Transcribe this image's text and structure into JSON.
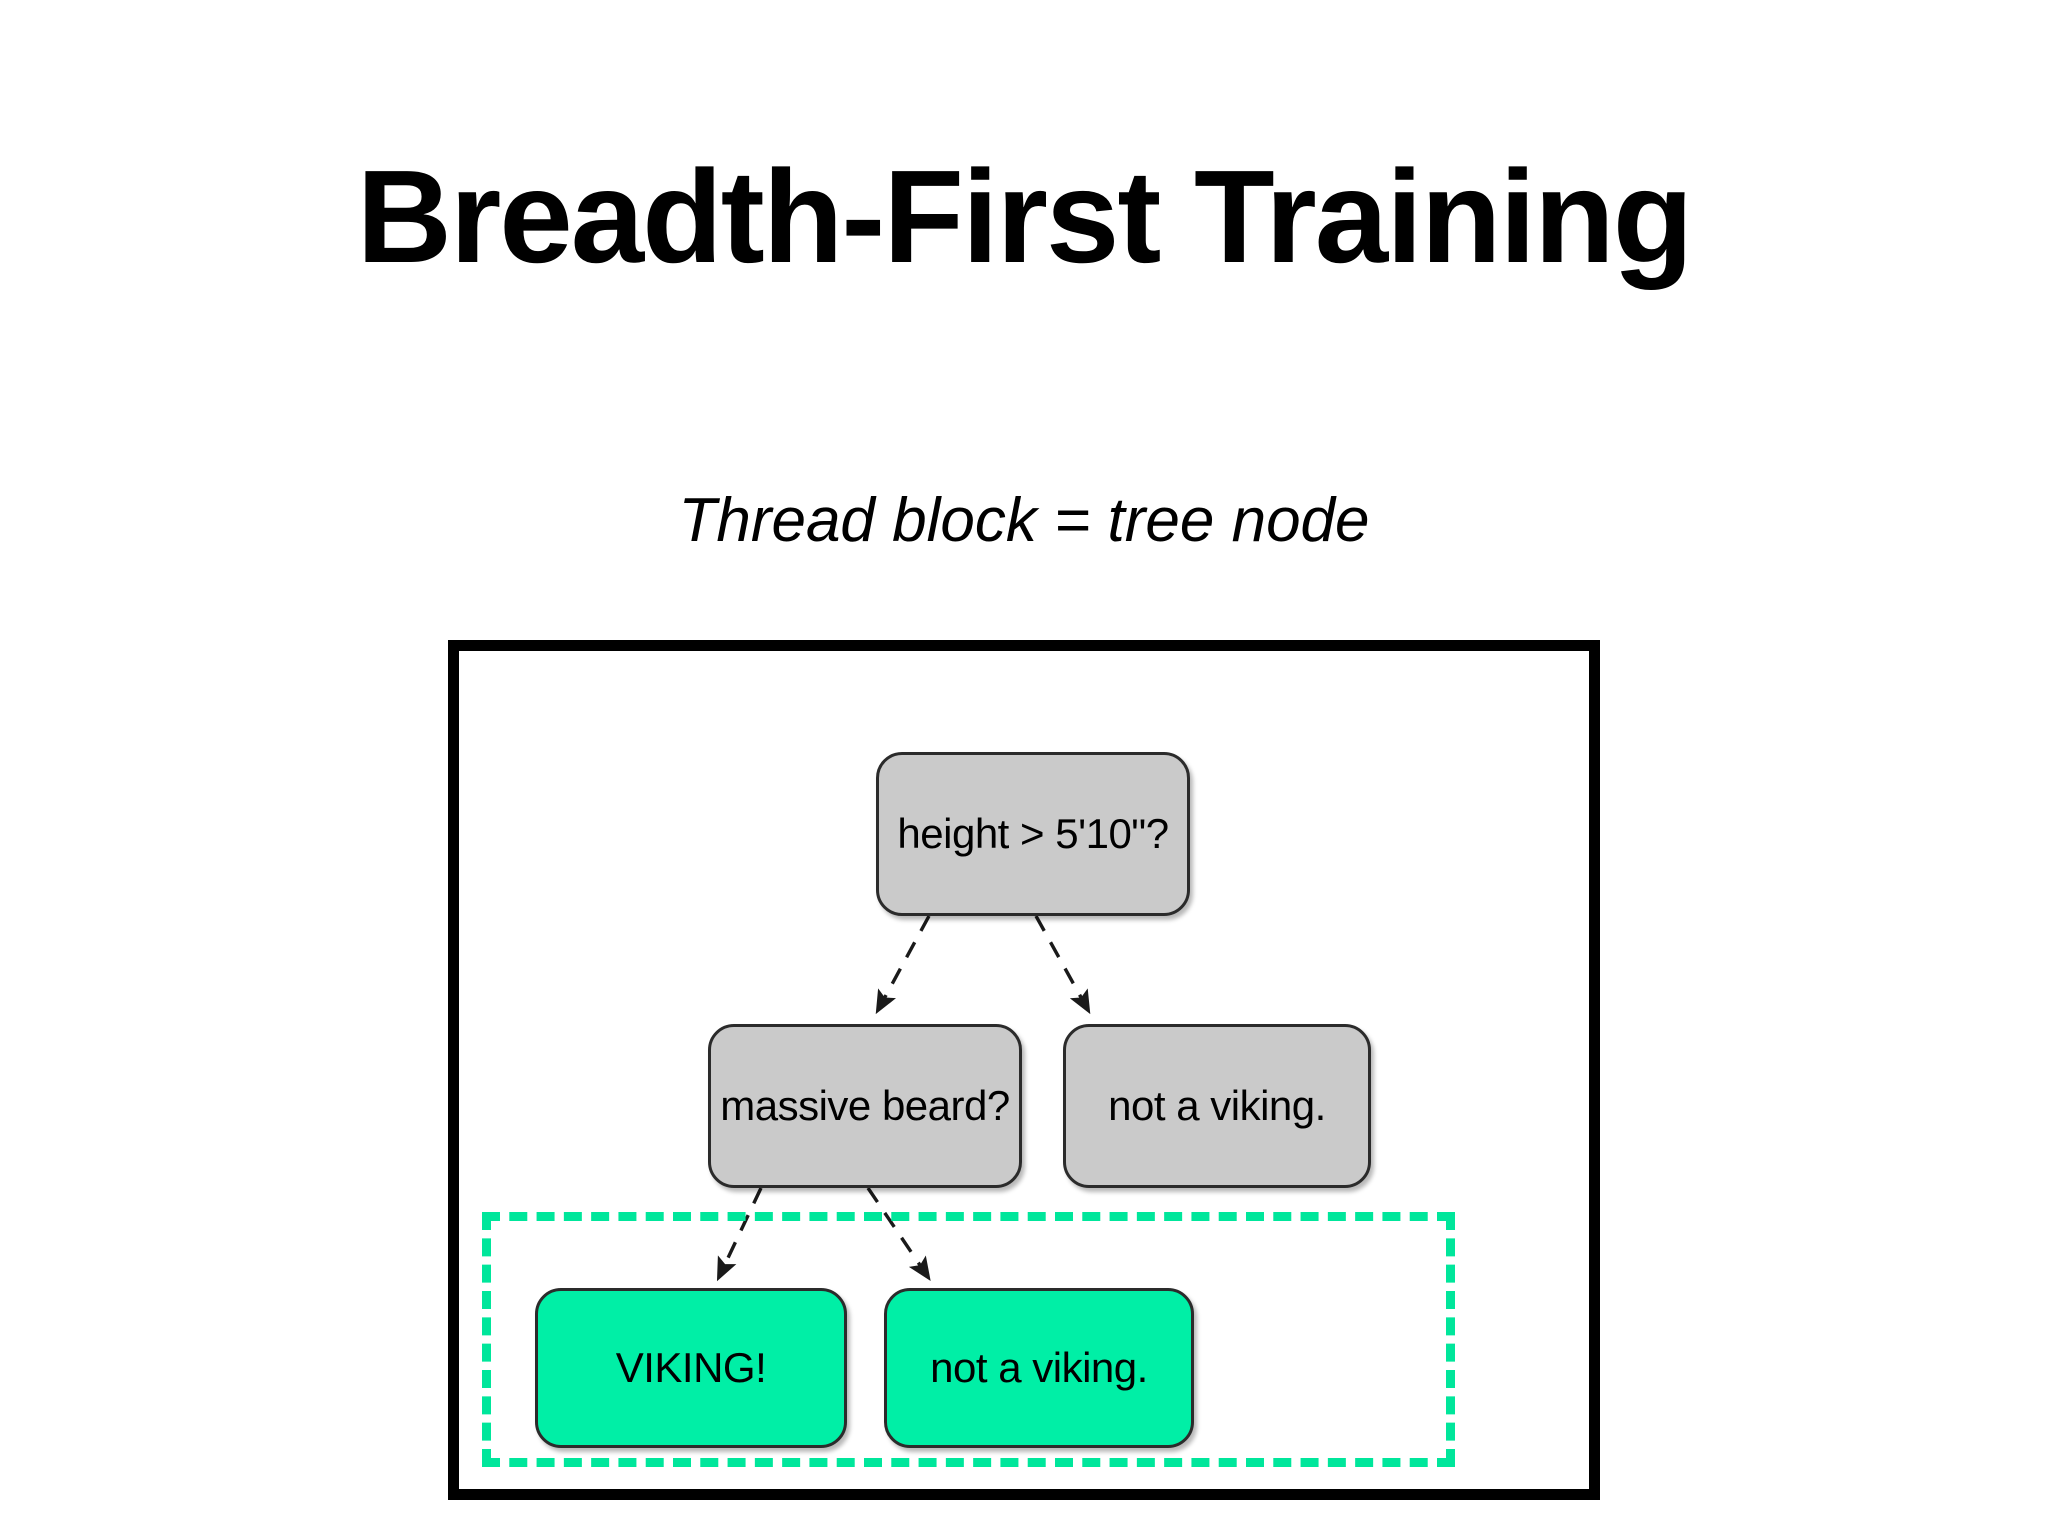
{
  "slide": {
    "title": "Breadth-First Training",
    "subtitle": "Thread block = tree node"
  },
  "colors": {
    "node_internal_fill": "#cacaca",
    "node_leaf_fill": "#00EFA6",
    "node_stroke": "#2b2b2b",
    "thread_block_outline": "#00E69B",
    "device_frame": "#000000",
    "edge_stroke": "#1a1a1a",
    "background": "#ffffff",
    "text": "#000000"
  },
  "diagram": {
    "device_frame_label": "gpu-device-frame",
    "thread_block_region_label": "thread-block-region",
    "nodes": [
      {
        "id": "root",
        "label": "height > 5'10\"?",
        "type": "internal",
        "level": 0
      },
      {
        "id": "beard",
        "label": "massive beard?",
        "type": "internal",
        "level": 1
      },
      {
        "id": "notviking_right",
        "label": "not a viking.",
        "type": "internal",
        "level": 1
      },
      {
        "id": "viking",
        "label": "VIKING!",
        "type": "leaf",
        "level": 2
      },
      {
        "id": "notviking_leaf",
        "label": "not a viking.",
        "type": "leaf",
        "level": 2
      }
    ],
    "edges": [
      {
        "from": "root",
        "to": "beard",
        "style": "dashed",
        "arrowhead": "filled-triangle"
      },
      {
        "from": "root",
        "to": "notviking_right",
        "style": "dashed",
        "arrowhead": "filled-triangle"
      },
      {
        "from": "beard",
        "to": "viking",
        "style": "dashed",
        "arrowhead": "filled-triangle"
      },
      {
        "from": "beard",
        "to": "notviking_leaf",
        "style": "dashed",
        "arrowhead": "filled-triangle"
      }
    ]
  }
}
